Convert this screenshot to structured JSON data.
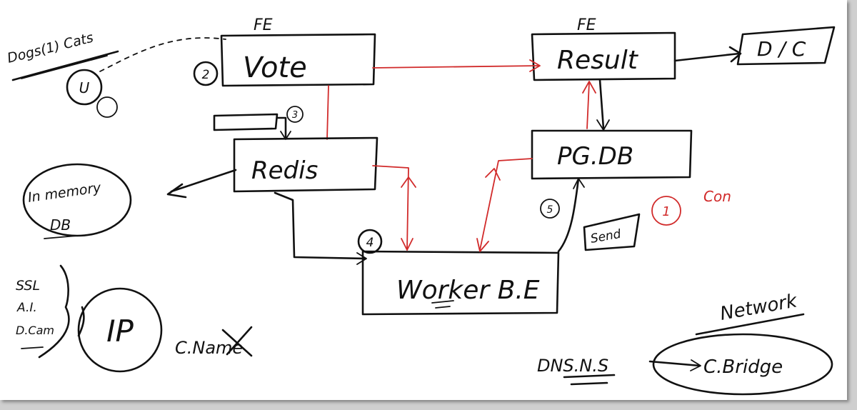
{
  "diagram": {
    "colors": {
      "ink": "#111111",
      "red": "#d12a2a",
      "board": "#ffffff"
    },
    "labels": {
      "fe_vote": "FE",
      "fe_result": "FE",
      "dogs_cats": "Dogs(1) Cats",
      "vote_badge": "2",
      "vote_label": "Vote",
      "redis_badge": "3",
      "redis_label": "Redis",
      "result_label": "Result",
      "dc_label": "D / C",
      "pgdb_label": "PG.DB",
      "pgdb_badge": "5",
      "worker_badge": "4",
      "worker_label": "Worker B.E",
      "inmemory_line1": "In memory",
      "inmemory_line2": "DB",
      "conf_badge": "1",
      "conf_label": "Con",
      "send_label": "Send",
      "ssl_line1": "SSL",
      "ssl_line2": "A.I.",
      "ssl_line3": "D.Cam",
      "ip_label": "IP",
      "cname_label": "C.Name",
      "network_label": "Network",
      "dns_label": "DNS.N.S",
      "cbridge_label": "C.Bridge"
    }
  }
}
